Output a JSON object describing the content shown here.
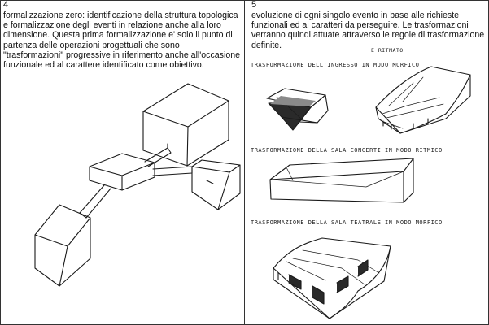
{
  "left_page": {
    "number": "4",
    "text": "formalizzazione zero: identificazione della struttura topologica e formalizzazione degli eventi in relazione anche alla loro dimensione. Questa prima formalizzazione e' solo il punto di partenza delle operazioni progettuali che sono \"trasformazioni\" progressive in riferimento anche all'occasione funzionale ed al carattere identificato come obiettivo."
  },
  "right_page": {
    "number": "5",
    "text": "evoluzione di ogni singolo evento in base alle richieste funzionali ed ai caratteri da perseguire. Le trasformazioni verranno quindi attuate attraverso le regole di trasformazione definite.",
    "annotations": {
      "caption_1": "TRASFORMAZIONE DELL'INGRESSO IN MODO MORFICO",
      "caption_1_insert": "E RITMATO",
      "caption_2": "TRASFORMAZIONE DELLA SALA CONCERTI IN MODO RITMICO",
      "caption_3": "TRASFORMAZIONE DELLA SALA TEATRALE IN MODO MORFICO"
    }
  }
}
